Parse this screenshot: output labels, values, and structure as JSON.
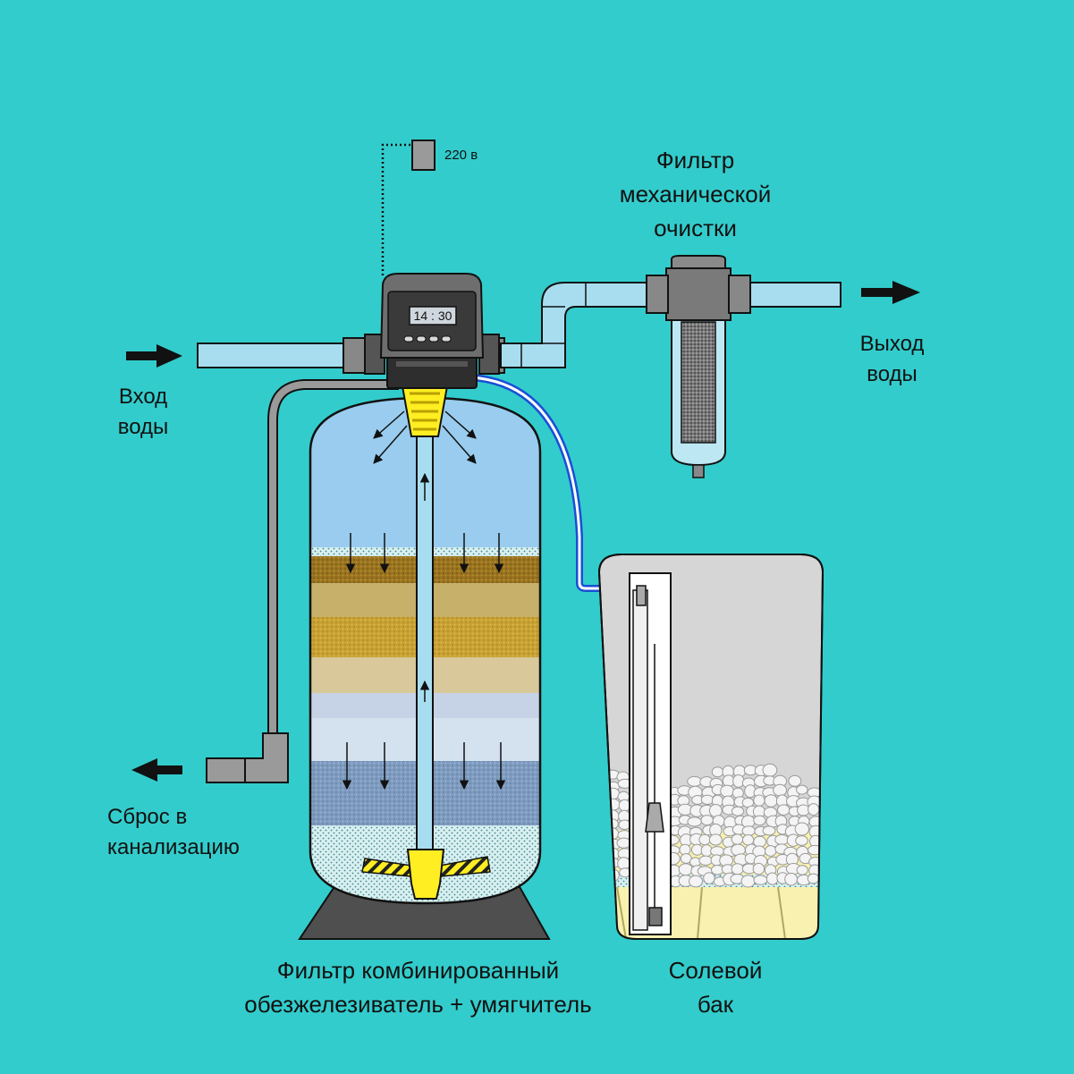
{
  "labels": {
    "power": "220 в",
    "clock": "14 : 30",
    "mech_filter": [
      "Фильтр",
      "механической",
      "очистки"
    ],
    "water_in": [
      "Вход",
      "воды"
    ],
    "water_out": [
      "Выход",
      "воды"
    ],
    "drain": [
      "Сброс в",
      "канализацию"
    ],
    "combined_filter": [
      "Фильтр комбинированный",
      "обезжелезиватель + умягчитель"
    ],
    "brine_tank": [
      "Солевой",
      "бак"
    ]
  },
  "colors": {
    "background": "#33cccc",
    "pipe": "#a8ddf0",
    "tank_water": "#99ccee",
    "brine_pipe": "#1a4fd6",
    "yellow_parts": "#ffee22",
    "control_head": "#555555"
  }
}
